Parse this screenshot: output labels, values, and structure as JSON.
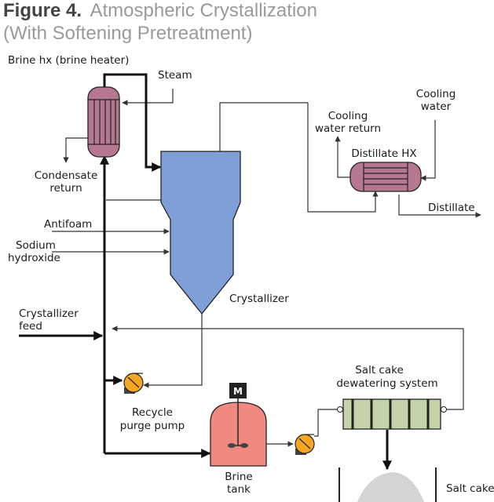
{
  "title": {
    "figure": "Figure 4.",
    "line1": "Atmospheric Crystallization",
    "line2": "(With Softening Pretreatment)"
  },
  "labels": {
    "brine_hx": "Brine hx (brine heater)",
    "steam": "Steam",
    "condensate_1": "Condensate",
    "condensate_2": "return",
    "cooling_return_1": "Cooling",
    "cooling_return_2": "water return",
    "cooling_water_1": "Cooling",
    "cooling_water_2": "water",
    "distillate_hx": "Distillate HX",
    "distillate": "Distillate",
    "antifoam": "Antifoam",
    "sodium_1": "Sodium",
    "sodium_2": "hydroxide",
    "crystallizer": "Crystallizer",
    "feed_1": "Crystallizer",
    "feed_2": "feed",
    "recycle_1": "Recycle",
    "recycle_2": "purge pump",
    "salt_dewater_1": "Salt cake",
    "salt_dewater_2": "dewatering system",
    "brine_tank_1": "Brine",
    "brine_tank_2": "tank",
    "salt_cake": "Salt cake",
    "mixer": "M"
  },
  "colors": {
    "crystallizer": "#7f9fd8",
    "brine_heater": "#b67890",
    "distillate_hx": "#b67890",
    "brine_tank": "#f08a80",
    "pump": "#f5a623",
    "dewatering": "#c4d4a8",
    "salt": "#d4d4d4",
    "line": "#333333"
  }
}
